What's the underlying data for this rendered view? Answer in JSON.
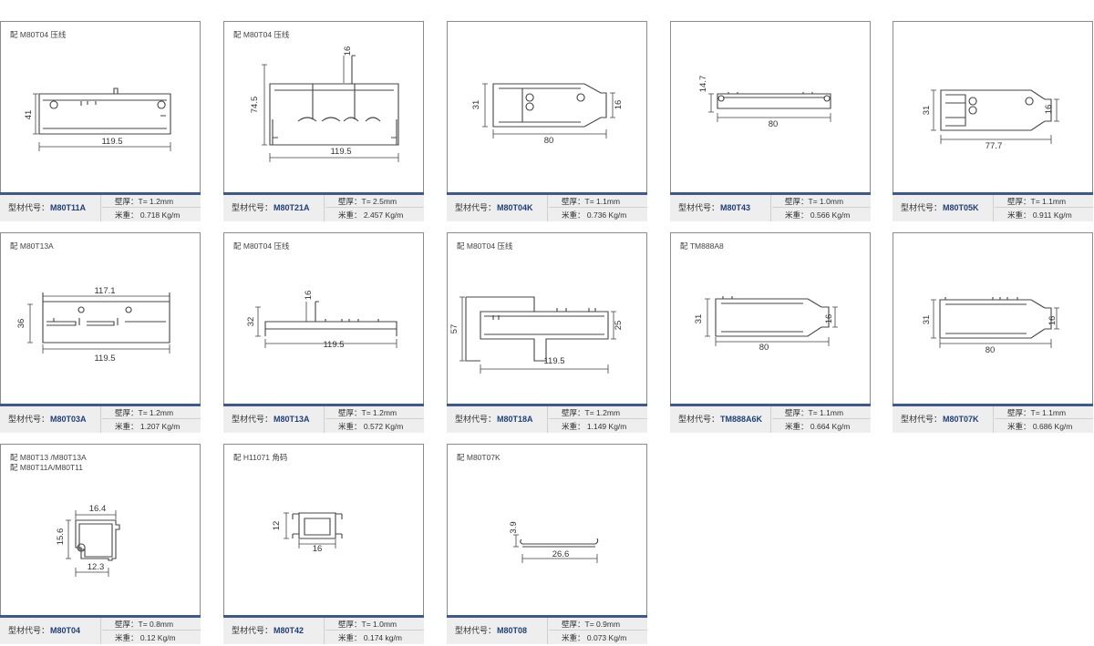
{
  "labels": {
    "code_prefix": "型材代号：",
    "thickness_prefix": "壁厚：T=",
    "weight_prefix": "米重："
  },
  "profiles": [
    {
      "note": "配 M80T04 压线",
      "code": "M80T11A",
      "thickness": "1.2mm",
      "weight": "0.718 Kg/m",
      "dims": [
        "41",
        "119.5"
      ]
    },
    {
      "note": "配 M80T04 压线",
      "code": "M80T21A",
      "thickness": "2.5mm",
      "weight": "2.457 Kg/m",
      "dims": [
        "16",
        "74.5",
        "119.5"
      ]
    },
    {
      "note": "",
      "code": "M80T04K",
      "thickness": "1.1mm",
      "weight": "0.736 Kg/m",
      "dims": [
        "31",
        "16",
        "80"
      ]
    },
    {
      "note": "",
      "code": "M80T43",
      "thickness": "1.0mm",
      "weight": "0.566 Kg/m",
      "dims": [
        "14.7",
        "80"
      ]
    },
    {
      "note": "",
      "code": "M80T05K",
      "thickness": "1.1mm",
      "weight": "0.911 Kg/m",
      "dims": [
        "31",
        "16",
        "77.7"
      ]
    },
    {
      "note": "配 M80T13A",
      "code": "M80T03A",
      "thickness": "1.2mm",
      "weight": "1.207 Kg/m",
      "dims": [
        "117.1",
        "36",
        "119.5"
      ]
    },
    {
      "note": "配 M80T04 压线",
      "code": "M80T13A",
      "thickness": "1.2mm",
      "weight": "0.572 Kg/m",
      "dims": [
        "16",
        "32",
        "119.5"
      ]
    },
    {
      "note": "配 M80T04 压线",
      "code": "M80T18A",
      "thickness": "1.2mm",
      "weight": "1.149 Kg/m",
      "dims": [
        "57",
        "25",
        "119.5"
      ]
    },
    {
      "note": "配 TM888A8",
      "code": "TM888A6K",
      "thickness": "1.1mm",
      "weight": "0.664 Kg/m",
      "dims": [
        "31",
        "16",
        "80"
      ]
    },
    {
      "note": "",
      "code": "M80T07K",
      "thickness": "1.1mm",
      "weight": "0.686 Kg/m",
      "dims": [
        "31",
        "16",
        "80"
      ]
    },
    {
      "note": "配 M80T13 /M80T13A\n配 M80T11A/M80T11",
      "code": "M80T04",
      "thickness": "0.8mm",
      "weight": "0.12 Kg/m",
      "dims": [
        "16.4",
        "15.6",
        "12.3"
      ]
    },
    {
      "note": "配 H11071 角码",
      "code": "M80T42",
      "thickness": "1.0mm",
      "weight": "0.174 kg/m",
      "dims": [
        "12",
        "16"
      ]
    },
    {
      "note": "配 M80T07K",
      "code": "M80T08",
      "thickness": "0.9mm",
      "weight": "0.073 Kg/m",
      "dims": [
        "3.9",
        "26.6"
      ]
    }
  ]
}
